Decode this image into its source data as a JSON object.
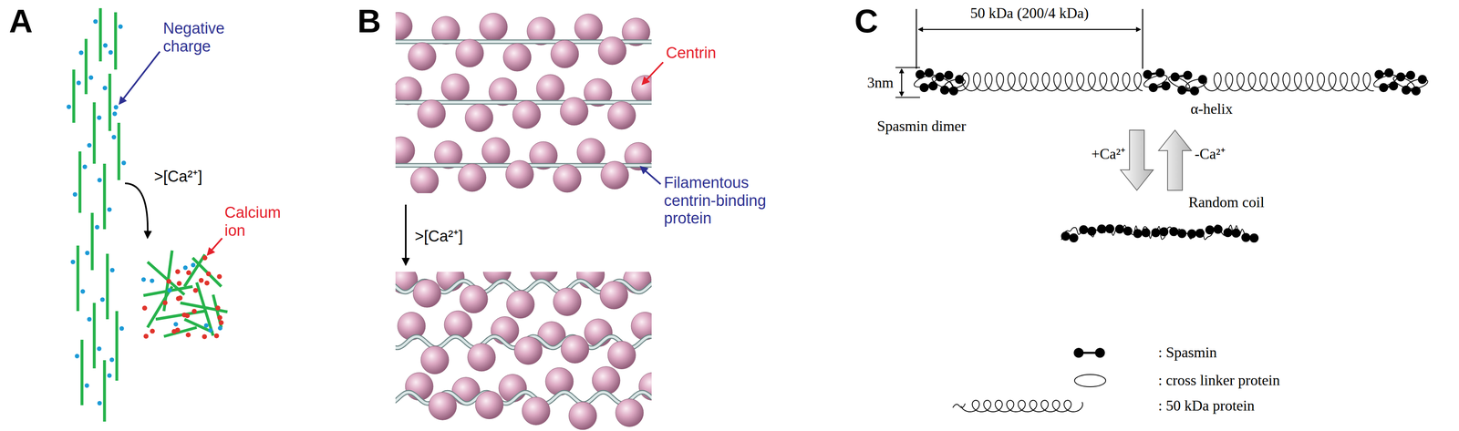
{
  "diagram": {
    "labels": [
      "A",
      "Negative charge",
      ">[Ca²⁺]",
      "Calcium ion",
      "B",
      "Centrin",
      "Filamentous centrin-binding protein",
      ">[Ca²⁺]",
      "C",
      "50 kDa (200/4 kDa)",
      "3nm",
      "Spasmin dimer",
      "α-helix",
      "+Ca²⁺",
      "-Ca²⁺",
      "Random coil"
    ],
    "legend": [
      {
        "text": ": Spasmin"
      },
      {
        "text": ": cross linker protein"
      },
      {
        "text": ": 50 kDa protein"
      }
    ]
  }
}
